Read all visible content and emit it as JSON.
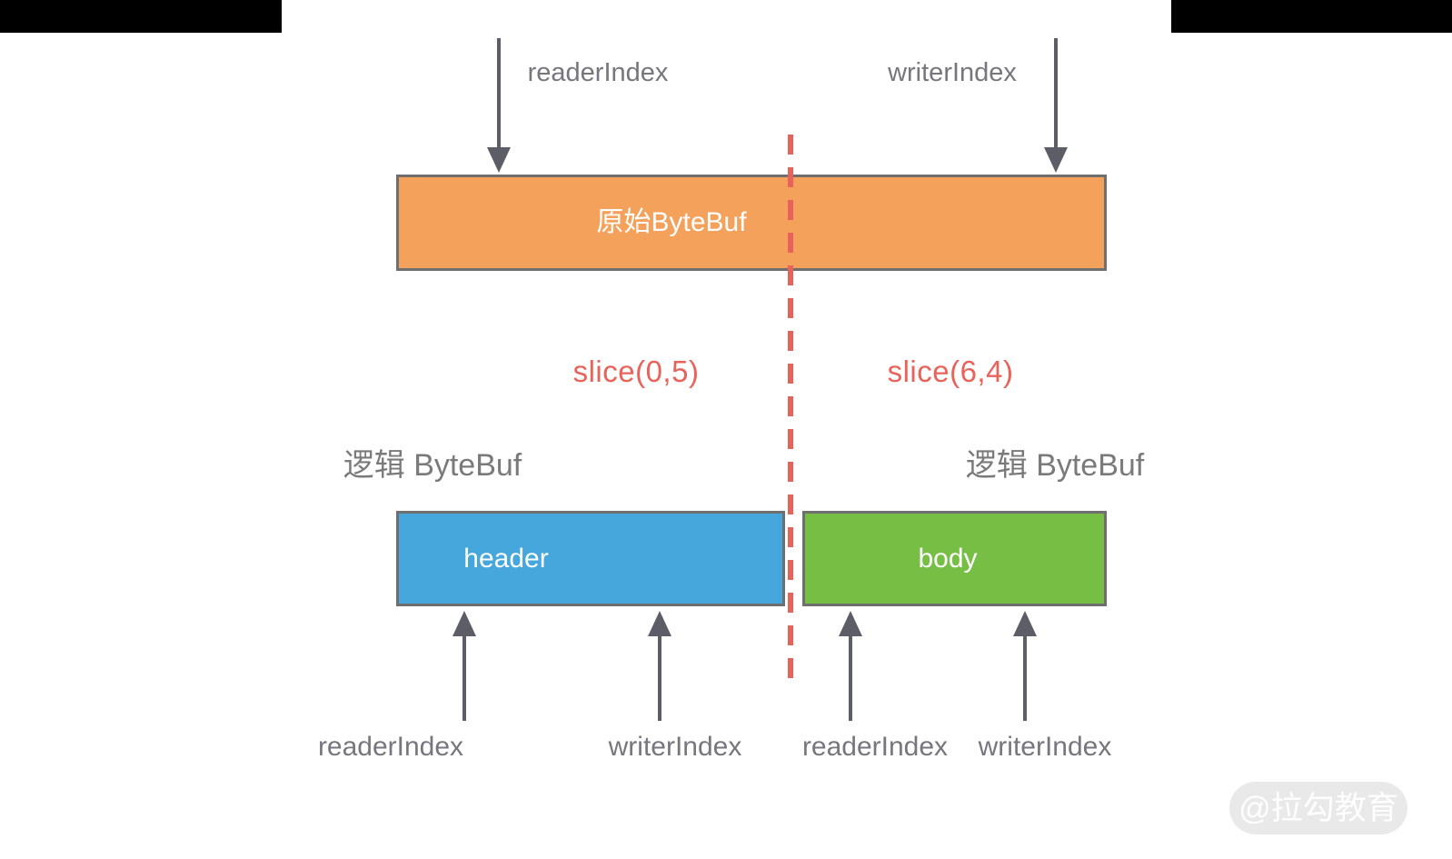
{
  "top": {
    "reader_label": "readerIndex",
    "writer_label": "writerIndex"
  },
  "original_buffer": {
    "label": "原始ByteBuf"
  },
  "slice_left": "slice(0,5)",
  "slice_right": "slice(6,4)",
  "logical_left": "逻辑 ByteBuf",
  "logical_right": "逻辑 ByteBuf",
  "header_buffer": {
    "label": "header"
  },
  "body_buffer": {
    "label": "body"
  },
  "bottom": {
    "labels": [
      "readerIndex",
      "writerIndex",
      "readerIndex",
      "writerIndex"
    ]
  },
  "watermark": "@拉勾教育",
  "colors": {
    "original_buffer_fill": "#F4A15C",
    "header_buffer_fill": "#45A7DB",
    "body_buffer_fill": "#76BF44",
    "box_border": "#6F6F6F",
    "arrow": "#5D5D68",
    "index_label_gray": "#76767E",
    "logical_label_gray": "#7A7A7A",
    "slice_red": "#E9635B",
    "divider_red": "#E8625C",
    "letterbox_black": "#000000",
    "watermark_bg": "#E9E9E9"
  }
}
